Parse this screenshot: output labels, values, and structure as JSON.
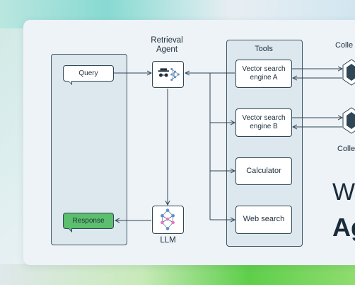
{
  "diagram": {
    "query_label": "Query",
    "response_label": "Response",
    "agent_label_line1": "Retrieval",
    "agent_label_line2": "Agent",
    "llm_label": "LLM",
    "tools_title": "Tools",
    "tools": [
      {
        "line1": "Vector search",
        "line2": "engine A"
      },
      {
        "line1": "Vector search",
        "line2": "engine B"
      },
      {
        "line1": "Calculator",
        "line2": ""
      },
      {
        "line1": "Web search",
        "line2": ""
      }
    ],
    "collection_top": "Colle",
    "collection_bottom": "Colle",
    "heading_line1": "W",
    "heading_line2": "Ag"
  },
  "colors": {
    "response_fill": "#5cbf6e",
    "panel_fill": "#dde7ee",
    "stroke": "#2f4656"
  }
}
